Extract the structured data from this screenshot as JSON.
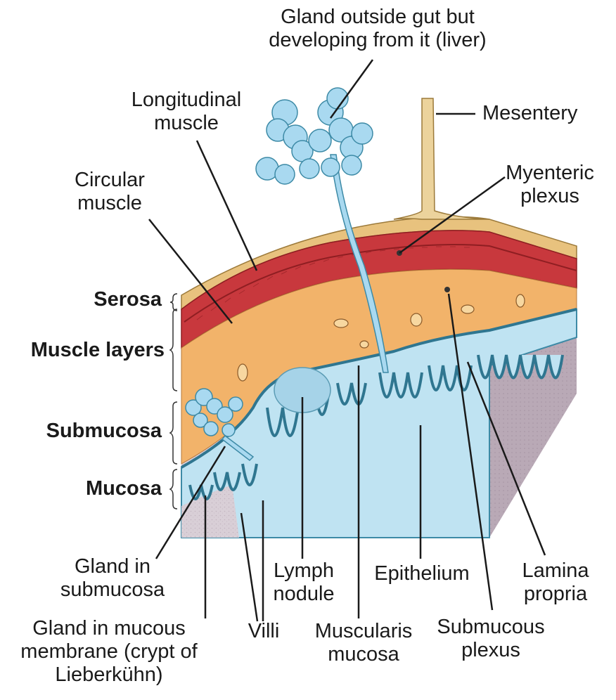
{
  "labels": {
    "gland_outside": "Gland outside gut but\ndeveloping from it (liver)",
    "mesentery": "Mesentery",
    "longitudinal_muscle": "Longitudinal\nmuscle",
    "myenteric_plexus": "Myenteric\nplexus",
    "circular_muscle": "Circular\nmuscle",
    "serosa": "Serosa",
    "muscle_layers": "Muscle layers",
    "submucosa": "Submucosa",
    "mucosa": "Mucosa",
    "gland_in_submucosa": "Gland in\nsubmucosa",
    "gland_in_mucous_membrane": "Gland in mucous\nmembrane (crypt of\nLieberkühn)",
    "villi": "Villi",
    "lymph_nodule": "Lymph\nnodule",
    "muscularis_mucosa": "Muscularis\nmucosa",
    "epithelium": "Epithelium",
    "submucous_plexus": "Submucous\nplexus",
    "lamina_propria": "Lamina\npropria"
  },
  "colors": {
    "serosa": "#e8c27e",
    "muscle": "#c8383d",
    "muscle_dark": "#8f1e22",
    "submucosa": "#f2b36a",
    "mucosa": "#bfe3f2",
    "epithelium": "#3d8aa6",
    "lumen": "#d8cdd6",
    "side_face": "#b7a8b4",
    "gland": "#a9d9f0",
    "mesentery": "#ecd39c"
  },
  "icons": [
    "bracket-serosa",
    "bracket-muscle",
    "bracket-submucosa",
    "bracket-mucosa"
  ]
}
